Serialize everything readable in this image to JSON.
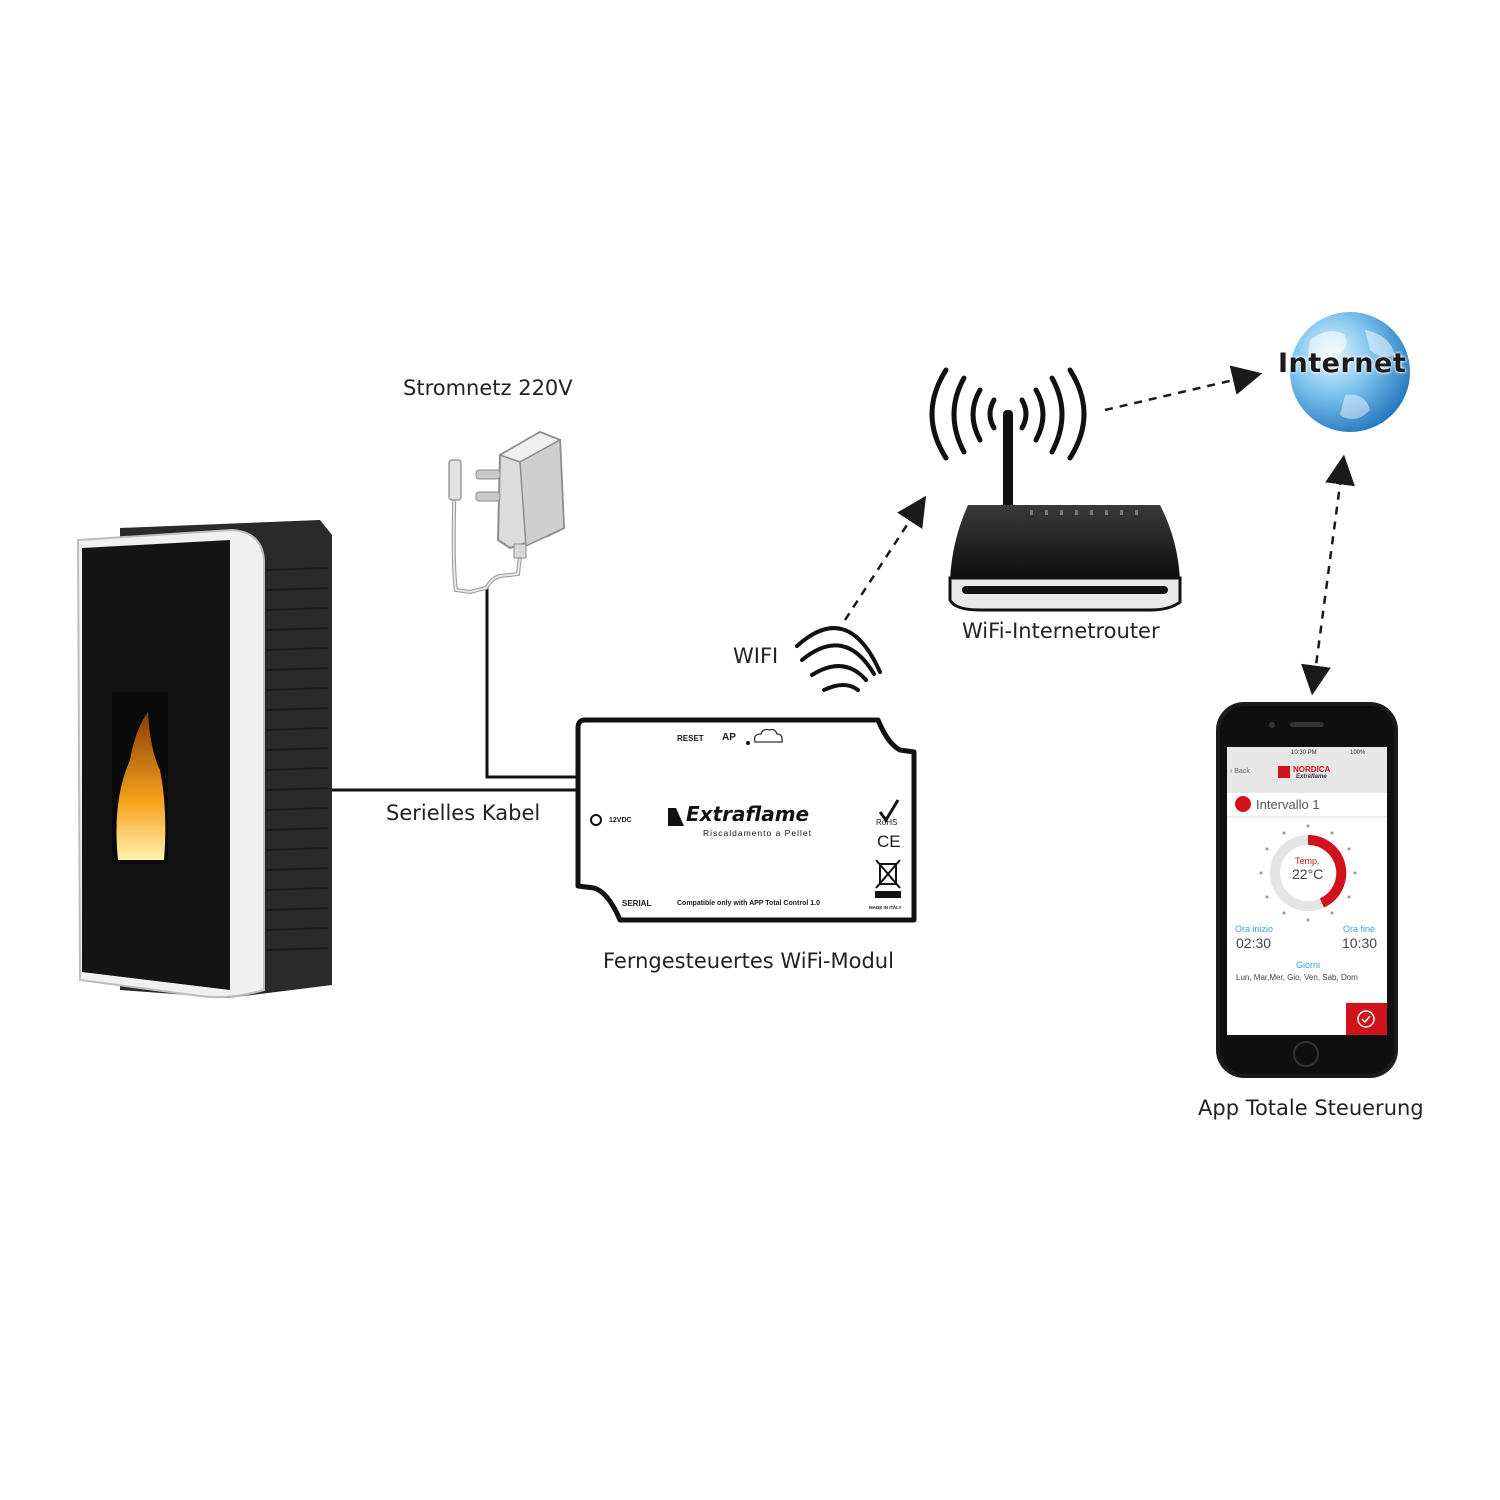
{
  "labels": {
    "power": "Stromnetz 220V",
    "serial_cable": "Serielles Kabel",
    "wifi": "WIFI",
    "router": "WiFi-Internetrouter",
    "module": "Ferngesteuertes WiFi-Modul",
    "internet": "Internet",
    "app": "App Totale Steuerung"
  },
  "module": {
    "reset": "RESET",
    "ap": "AP",
    "power_in": "12VDC",
    "brand": "Extraflame",
    "brand_sub": "Riscaldamento a Pellet",
    "serial": "SERIAL",
    "compat": "Compatible only with APP Total Control 1.0",
    "rohs": "RoHS",
    "ce": "CE",
    "made_in": "MADE IN ITALY"
  },
  "phone": {
    "status_time": "10:30 PM",
    "status_battery": "100%",
    "back": "Back",
    "logo_top": "NORDICA",
    "logo_bottom": "Extraflame",
    "interval_title": "Intervallo 1",
    "temp_label": "Temp.",
    "temp_value": "22°C",
    "start_label": "Ora inizio",
    "start_value": "02:30",
    "end_label": "Ora fine",
    "end_value": "10:30",
    "days_label": "Giorni",
    "days_value": "Lun, Mar,Mer, Gio, Ven, Sab, Dom"
  },
  "colors": {
    "accent_red": "#d0121b",
    "link_blue": "#3aa6d8",
    "dark": "#1d1d1d"
  }
}
